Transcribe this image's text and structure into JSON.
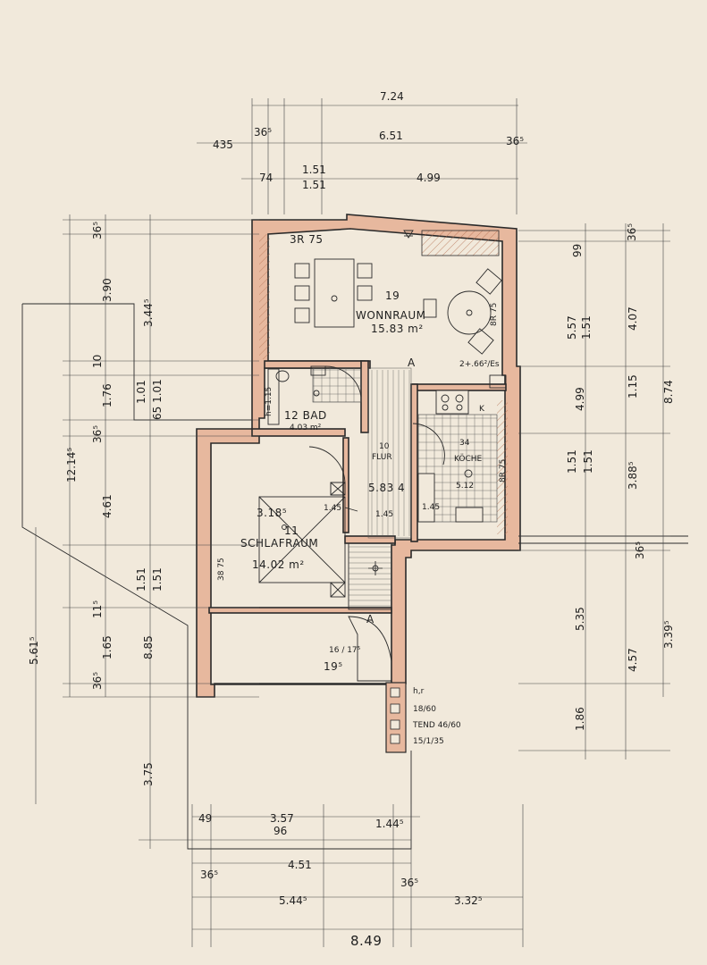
{
  "rooms": {
    "wohnraum_no": "19",
    "wohnraum_name": "WONNRAUM",
    "wohnraum_area": "15.83 m²",
    "wohnraum_extra": "2+.66²/Es",
    "br": "3R 75",
    "bad_no_name": "12 BAD",
    "bad_area": "4.03 m²",
    "bad_side": "h=1.15",
    "flur_no": "10",
    "flur_name": "FLUR",
    "flur_area": "5.83 4",
    "koche_no": "34",
    "koche_name": "KÖCHE",
    "koche_area": "5.12",
    "schlaf_top": "3.18⁵",
    "schlaf_no": "11",
    "schlaf_name": "SCHLAFRAUM",
    "schlaf_area": "14.02 m²",
    "stair_a": "A",
    "stair_b": "A",
    "stair_c": "16 / 17⁵",
    "stair_d": "19⁵"
  },
  "chimney": {
    "line1": "h,r",
    "line2": "18/60",
    "line3": "TEND 46/60",
    "line4": "15/1/35"
  },
  "dims_top": {
    "total": "7.24",
    "left_out": "435",
    "c1": "36⁵",
    "mid": "6.51",
    "c2": "36⁵",
    "d74": "74",
    "d151a": "1.51",
    "d151b": "1.51",
    "d499": "4.99"
  },
  "dims_left": {
    "d36": "36⁵",
    "d390": "3.90",
    "d3445": "3.44⁵",
    "d10": "10",
    "d176": "1.76",
    "d101a": "1.01",
    "d101b": "65 1.01",
    "d36b": "36⁵",
    "d1245": "12.14⁵",
    "d461": "4.61",
    "d151a": "1.51",
    "d151b": "1.51",
    "d115": "11⁵",
    "d165": "1.65",
    "d885": "8.85",
    "d36c": "36⁵",
    "d5615": "5.61⁵",
    "d375": "3.75"
  },
  "dims_right": {
    "d36": "36⁵",
    "d99": "99",
    "d557": "5.57",
    "d151": "1.51",
    "d407": "4.07",
    "d874": "8.74",
    "d499": "4.99",
    "d115": "1.15",
    "d151b": "1.51",
    "d151c": "1.51",
    "d3885": "3.88⁵",
    "d36b": "36⁵",
    "d535": "5.35",
    "d457": "4.57",
    "d3395": "3.39⁵",
    "d186": "1.86"
  },
  "dims_bottom": {
    "d49": "49",
    "d357": "3.57",
    "d96": "96",
    "d1445": "1.44⁵",
    "d36a": "36⁵",
    "d451": "4.51",
    "d36b": "36⁵",
    "d5445": "5.44⁵",
    "d3325": "3.32⁵",
    "total": "8.49"
  },
  "inner": {
    "d38": "38 75",
    "d875": "8R 75",
    "d145a": "1.45",
    "d145b": "1.45",
    "d145c": "1.45",
    "x": "K"
  }
}
